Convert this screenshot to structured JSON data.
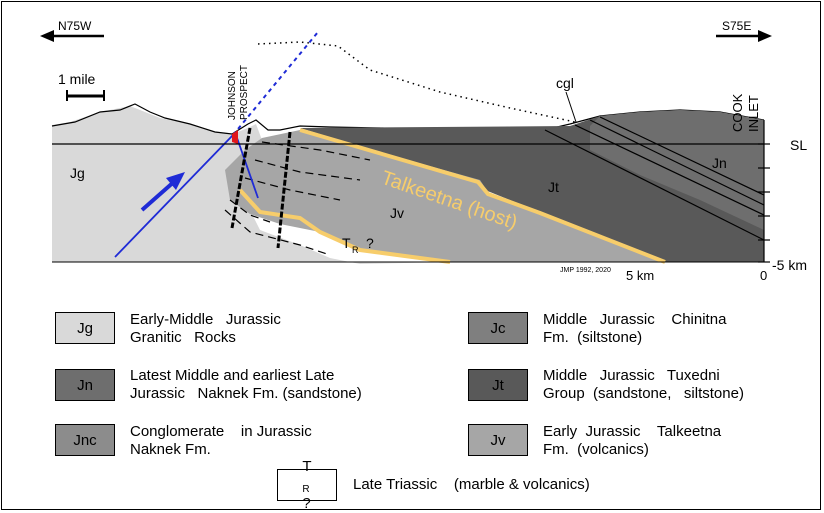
{
  "diagram": {
    "direction_left": "N75W",
    "direction_right": "S75E",
    "scale_label": "1 mile",
    "prospect_label": [
      "JOHNSON",
      "PROSPECT"
    ],
    "cook_inlet_label": [
      "COOK",
      "INLET"
    ],
    "sea_level_label": "SL",
    "depth_label": "-5 km",
    "distance_5km": "5 km",
    "distance_0": "0",
    "cgl_label": "cgl",
    "credit": "JMP 1992, 2020",
    "host_label": "Talkeetna (host)",
    "unit_labels": {
      "Jg": "Jg",
      "Jv": "Jv",
      "Jt": "Jt",
      "Jn": "Jn",
      "TR": "T",
      "TR_sub": "R",
      "TR_q": "?"
    },
    "colors": {
      "Jg": "#d9d9d9",
      "Jv": "#a6a6a6",
      "Jt": "#595959",
      "Jn": "#6e6e6e",
      "host_outline": "#f7cd6b",
      "fault": "#1f2bd6",
      "prospect_marker": "#e0161b"
    }
  },
  "legend": {
    "items": [
      {
        "code": "Jg",
        "lines": [
          "Early-Middle   Jurassic",
          "Granitic   Rocks"
        ],
        "color": "#d9d9d9"
      },
      {
        "code": "Jc",
        "lines": [
          "Middle   Jurassic    Chinitna",
          "Fm.  (siltstone)"
        ],
        "color": "#7f7f7f"
      },
      {
        "code": "Jn",
        "lines": [
          "Latest Middle and earliest Late",
          "Jurassic   Naknek Fm. (sandstone)"
        ],
        "color": "#6e6e6e"
      },
      {
        "code": "Jt",
        "lines": [
          "Middle   Jurassic   Tuxedni",
          "Group  (sandstone,   siltstone)"
        ],
        "color": "#595959"
      },
      {
        "code": "Jnc",
        "lines": [
          "Conglomerate    in Jurassic",
          "Naknek Fm."
        ],
        "color": "#8c8c8c"
      },
      {
        "code": "Jv",
        "lines": [
          "Early  Jurassic    Talkeetna",
          "Fm.  (volcanics)"
        ],
        "color": "#a6a6a6"
      }
    ],
    "triassic": {
      "code_main": "T",
      "code_sub": "R",
      "code_q": "?",
      "text": "Late Triassic    (marble & volcanics)"
    }
  }
}
